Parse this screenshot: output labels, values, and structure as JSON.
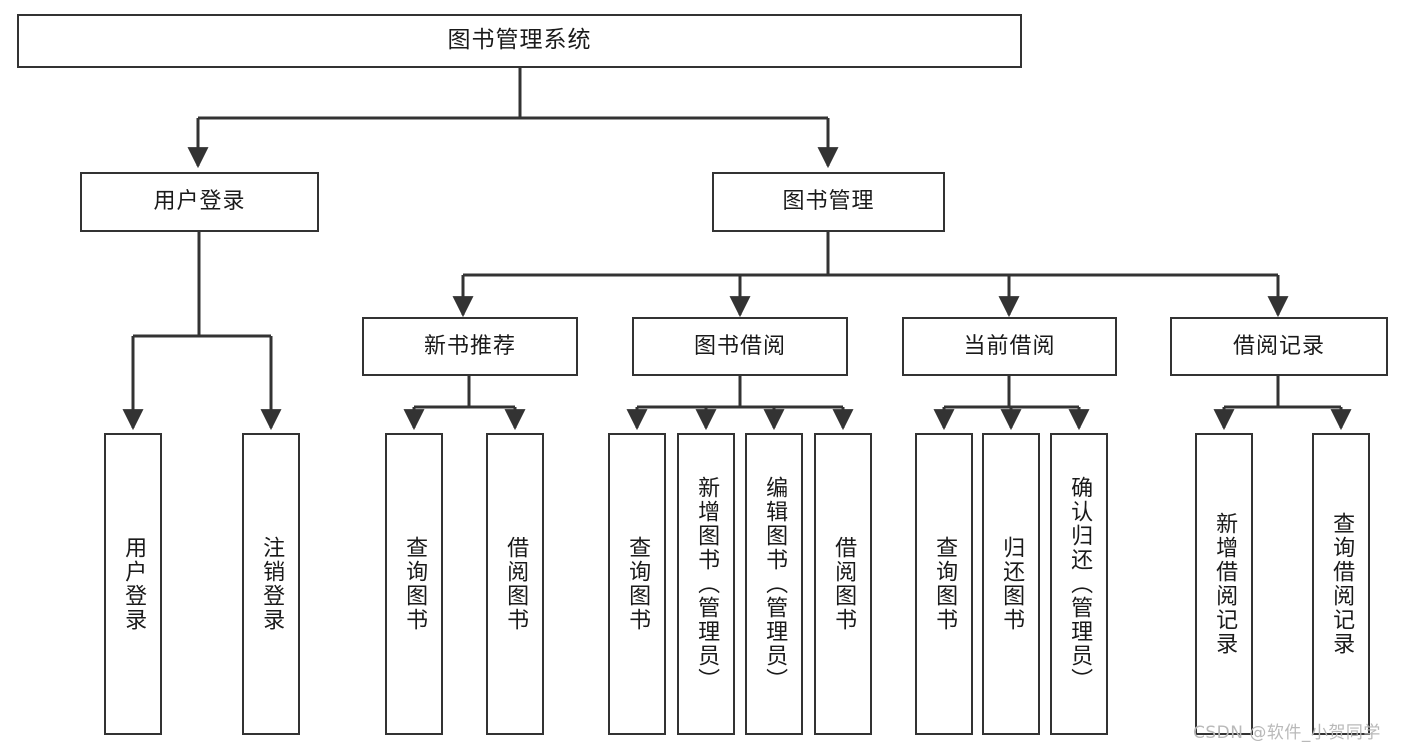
{
  "diagram": {
    "title": "图书管理系统",
    "type": "tree",
    "watermark": "CSDN @软件_小贺同学",
    "colors": {
      "stroke": "#333333",
      "fill": "#ffffff",
      "text": "#1a1a1a",
      "watermark": "#b9b9b9"
    },
    "nodes": {
      "root": {
        "label": "图书管理系统"
      },
      "level1": [
        {
          "label": "用户登录"
        },
        {
          "label": "图书管理"
        }
      ],
      "level2": [
        {
          "label": "新书推荐"
        },
        {
          "label": "图书借阅"
        },
        {
          "label": "当前借阅"
        },
        {
          "label": "借阅记录"
        }
      ],
      "leaves": {
        "user_login": [
          {
            "label": "用户登录"
          },
          {
            "label": "注销登录"
          }
        ],
        "new_book": [
          {
            "label": "查询图书"
          },
          {
            "label": "借阅图书"
          }
        ],
        "book_borrow": [
          {
            "label": "查询图书"
          },
          {
            "label": "新增图书（管理员）"
          },
          {
            "label": "编辑图书（管理员）"
          },
          {
            "label": "借阅图书"
          }
        ],
        "current_borrow": [
          {
            "label": "查询图书"
          },
          {
            "label": "归还图书"
          },
          {
            "label": "确认归还（管理员）"
          }
        ],
        "borrow_record": [
          {
            "label": "新增借阅记录"
          },
          {
            "label": "查询借阅记录"
          }
        ]
      }
    }
  }
}
